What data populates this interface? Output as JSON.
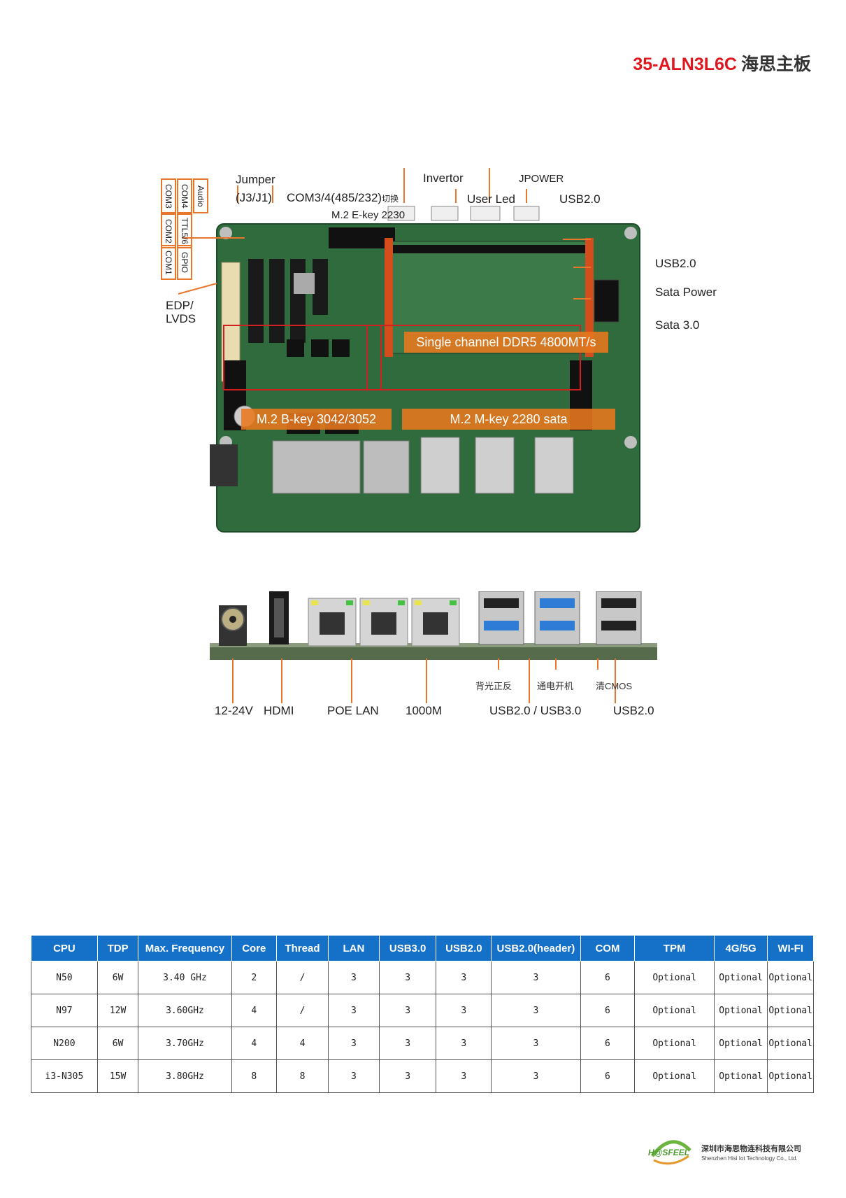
{
  "title": {
    "model": "35-ALN3L6C",
    "name_cn": "海思主板"
  },
  "board_labels": {
    "audio": "Audio",
    "com4": "COM4",
    "com3": "COM3",
    "ttl": "TTL5/6",
    "com2": "COM2",
    "gpio": "GPIO",
    "com1": "COM1",
    "jumper": "Jumper",
    "jumper_sub": "(J3/J1)",
    "com34": "COM3/4(485/232)",
    "com34_switch": "切换",
    "m2_ekey": "M.2 E-key 2230",
    "invertor": "Invertor",
    "user_led": "User Led",
    "jpower": "JPOWER",
    "usb20_top": "USB2.0",
    "usb20_right": "USB2.0",
    "sata_power": "Sata Power",
    "sata30": "Sata 3.0",
    "edp": "EDP/",
    "lvds": "LVDS",
    "ddr": "Single channel DDR5 4800MT/s",
    "m2_bkey": "M.2 B-key 3042/3052",
    "m2_mkey": "M.2 M-key 2280 sata"
  },
  "rear_labels": {
    "power": "12-24V",
    "hdmi": "HDMI",
    "poe_lan": "POE LAN",
    "lan_1000m": "1000M",
    "backlight": "背光正反",
    "power_on": "通电开机",
    "clear_cmos": "清CMOS",
    "usb_combo": "USB2.0 / USB3.0",
    "usb20": "USB2.0"
  },
  "table": {
    "headers": [
      "CPU",
      "TDP",
      "Max. Frequency",
      "Core",
      "Thread",
      "LAN",
      "USB3.0",
      "USB2.0",
      "USB2.0(header)",
      "COM",
      "TPM",
      "4G/5G",
      "WI-FI"
    ],
    "rows": [
      [
        "N50",
        "6W",
        "3.40 GHz",
        "2",
        "/",
        "3",
        "3",
        "3",
        "3",
        "6",
        "Optional",
        "Optional",
        "Optional"
      ],
      [
        "N97",
        "12W",
        "3.60GHz",
        "4",
        "/",
        "3",
        "3",
        "3",
        "3",
        "6",
        "Optional",
        "Optional",
        "Optional"
      ],
      [
        "N200",
        "6W",
        "3.70GHz",
        "4",
        "4",
        "3",
        "3",
        "3",
        "3",
        "6",
        "Optional",
        "Optional",
        "Optional"
      ],
      [
        "i3-N305",
        "15W",
        "3.80GHz",
        "8",
        "8",
        "3",
        "3",
        "3",
        "3",
        "6",
        "Optional",
        "Optional",
        "Optional"
      ]
    ]
  },
  "footer": {
    "logo_text": "H@SFEEL",
    "company_cn": "深圳市海思物连科技有限公司",
    "company_en": "Shenzhen Hisi Iot Technology Co., Ltd."
  },
  "colors": {
    "title_red": "#e0171f",
    "header_blue": "#1570c8",
    "accent_orange": "#e8762c",
    "pcb_green": "#2f6b3c"
  }
}
